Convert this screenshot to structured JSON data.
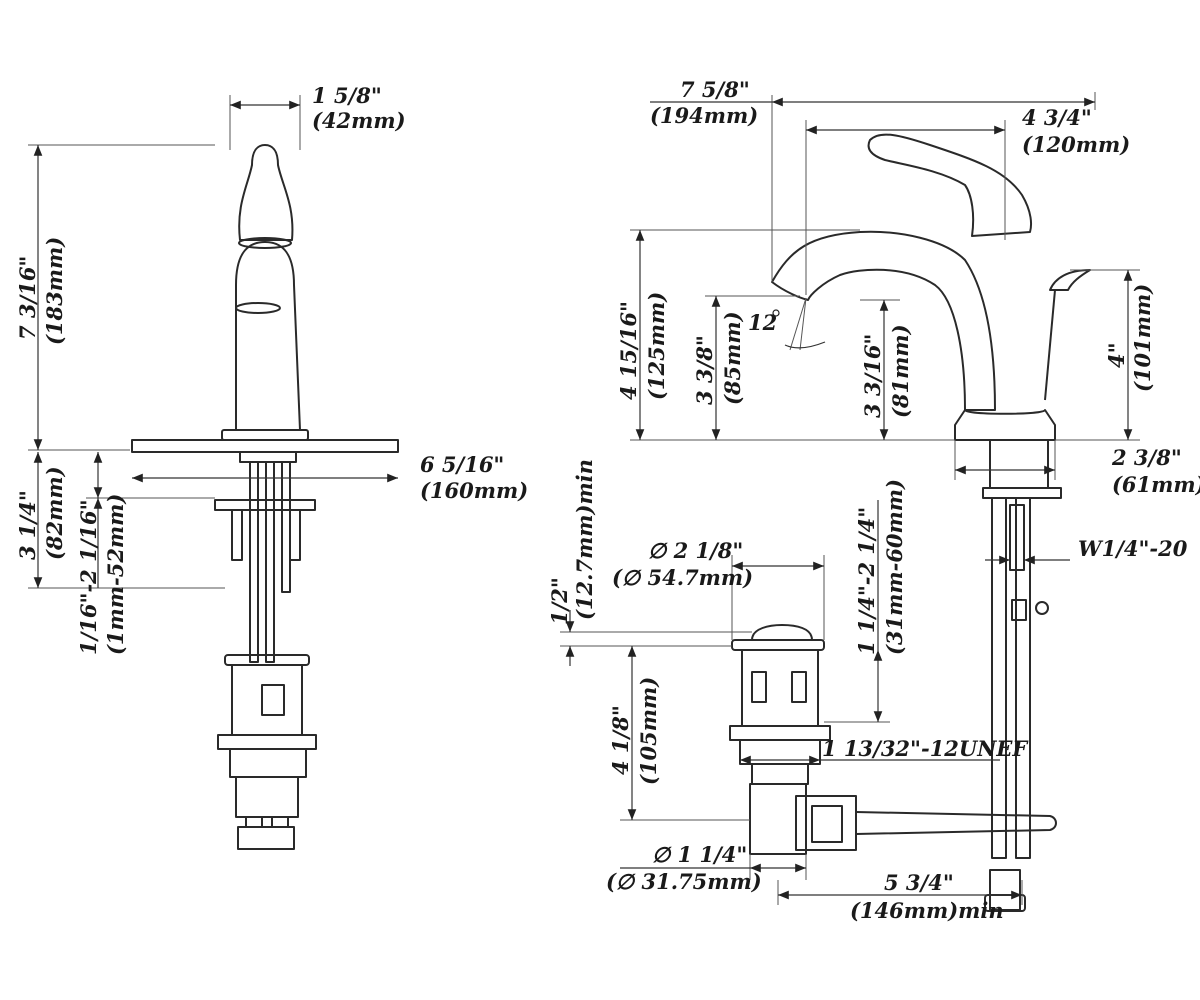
{
  "front_view": {
    "handle_width": {
      "imperial": "1 5/8\"",
      "metric": "(42mm)"
    },
    "total_height": {
      "imperial": "7 3/16\"",
      "metric": "(183mm)"
    },
    "deck_plate_width": {
      "imperial": "6 5/16\"",
      "metric": "(160mm)"
    },
    "shank_length": {
      "imperial": "3 1/4\"",
      "metric": "(82mm)"
    },
    "deck_thickness": {
      "imperial": "1/16\"-2 1/16\"",
      "metric": "(1mm-52mm)"
    }
  },
  "side_view": {
    "total_depth": {
      "imperial": "7 5/8\"",
      "metric": "(194mm)"
    },
    "spout_reach": {
      "imperial": "4 3/4\"",
      "metric": "(120mm)"
    },
    "spout_height": {
      "imperial": "4 15/16\"",
      "metric": "(125mm)"
    },
    "spout_tip_height": {
      "imperial": "3 3/8\"",
      "metric": "(85mm)"
    },
    "spout_angle": "12",
    "aerator_height": {
      "imperial": "3 3/16\"",
      "metric": "(81mm)"
    },
    "handle_height": {
      "imperial": "4\"",
      "metric": "(101mm)"
    },
    "base_diameter": {
      "imperial": "2 3/8\"",
      "metric": "(61mm)"
    },
    "supply_thread": "W1/4\"-20"
  },
  "drain_view": {
    "flange_diameter": {
      "imperial": "∅ 2 1/8\"",
      "metric": "(∅ 54.7mm)"
    },
    "flange_height": {
      "imperial": "1/2\"",
      "metric": "(12.7mm)min"
    },
    "body_height": {
      "imperial": "4 1/8\"",
      "metric": "(105mm)"
    },
    "deck_range": {
      "imperial": "1 1/4\"-2 1/4\"",
      "metric": "(31mm-60mm)"
    },
    "thread": "1 13/32\"-12UNEF",
    "tailpiece_diameter": {
      "imperial": "∅ 1 1/4\"",
      "metric": "(∅ 31.75mm)"
    },
    "rod_length": {
      "imperial": "5 3/4\"",
      "metric": "(146mm)min"
    }
  }
}
